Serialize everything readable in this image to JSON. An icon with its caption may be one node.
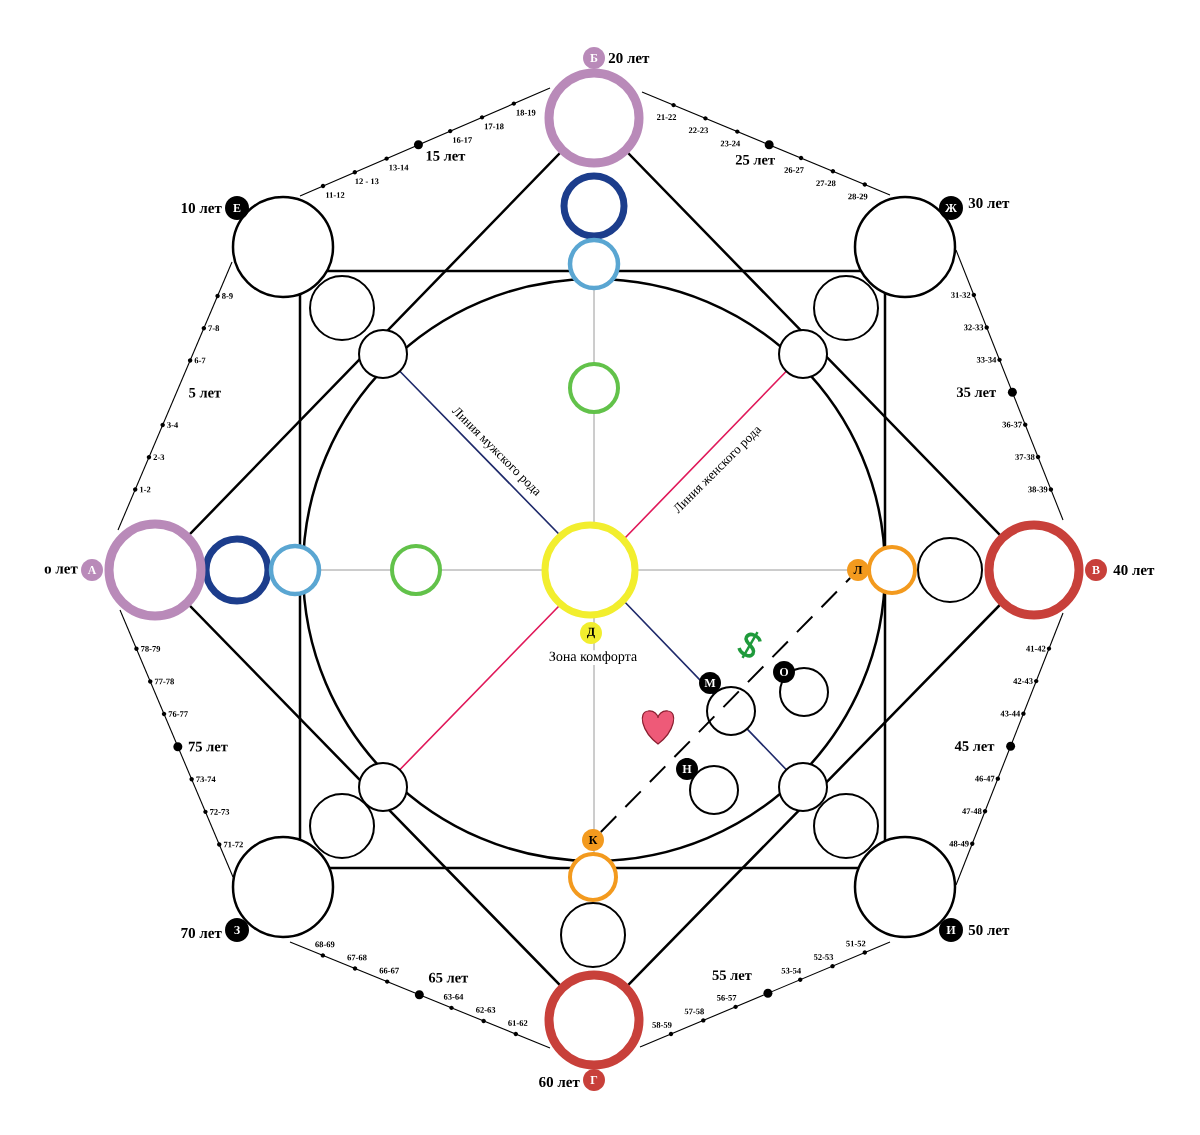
{
  "diagram": {
    "nodes": [
      {
        "text": [
          "Б"
        ],
        "beside": [
          "20 лет"
        ]
      },
      {
        "text": [
          "Е"
        ],
        "beside": [
          "10 лет"
        ]
      },
      {
        "text": [
          "Ж"
        ],
        "beside": [
          "30 лет"
        ]
      },
      {
        "text": [
          "А"
        ],
        "beside": [
          "о лет"
        ]
      },
      {
        "text": [
          "Л"
        ]
      },
      {
        "text": [
          "В"
        ],
        "beside": [
          "40 лет"
        ]
      },
      {
        "text": [
          "Д"
        ],
        "beside": [
          "Зона комфорта"
        ]
      },
      {
        "text": [
          "О"
        ]
      },
      {
        "text": [
          "М"
        ]
      },
      {
        "text": [
          "Н"
        ]
      },
      {
        "text": [
          "К"
        ]
      },
      {
        "text": [
          "З"
        ],
        "beside": [
          "70 лет"
        ]
      },
      {
        "text": [
          "И"
        ],
        "beside": [
          "50 лет"
        ]
      },
      {
        "text": [
          "Г"
        ],
        "beside": [
          "60 лет"
        ]
      }
    ],
    "edges": [
      {
        "from": 10,
        "to": 4,
        "arrow": "none",
        "style": "dashed"
      }
    ],
    "labels": [
      "Линия мужского рода",
      "Линия женского рода",
      "1-2",
      "2-3",
      "3-4",
      "5 лет",
      "6-7",
      "7-8",
      "8-9",
      "11-12",
      "12 - 13",
      "13-14",
      "15 лет",
      "16-17",
      "17-18",
      "18-19",
      "21-22",
      "22-23",
      "23-24",
      "25 лет",
      "26-27",
      "27-28",
      "28-29",
      "31-32",
      "32-33",
      "33-34",
      "35 лет",
      "36-37",
      "37-38",
      "38-39",
      "41-42",
      "42-43",
      "43-44",
      "45 лет",
      "46-47",
      "47-48",
      "48-49",
      "51-52",
      "52-53",
      "53-54",
      "55 лет",
      "56-57",
      "57-58",
      "58-59",
      "61-62",
      "62-63",
      "63-64",
      "65 лет",
      "66-67",
      "67-68",
      "68-69",
      "71-72",
      "72-73",
      "73-74",
      "75 лет",
      "76-77",
      "77-78",
      "78-79"
    ]
  }
}
